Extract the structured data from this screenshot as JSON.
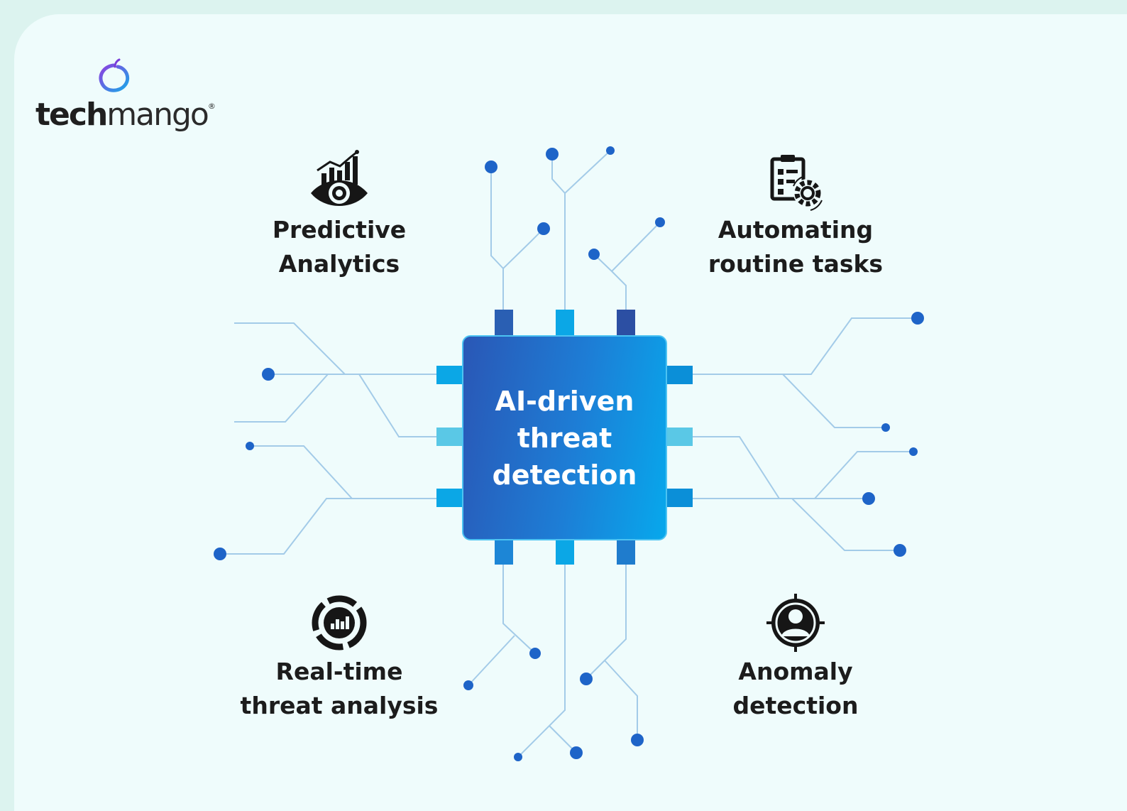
{
  "logo": {
    "brand_strong": "tech",
    "brand_light": "mango",
    "registered": "®",
    "icon": "mango-outline-icon"
  },
  "center": {
    "label": "AI-driven\nthreat\ndetection"
  },
  "features": [
    {
      "id": "predictive",
      "label": "Predictive\nAnalytics",
      "icon": "eye-analytics-chart-icon"
    },
    {
      "id": "automating",
      "label": "Automating\nroutine tasks",
      "icon": "clipboard-gear-icon"
    },
    {
      "id": "realtime",
      "label": "Real-time\nthreat analysis",
      "icon": "chart-cycle-icon"
    },
    {
      "id": "anomaly",
      "label": "Anomaly\ndetection",
      "icon": "user-target-icon"
    }
  ],
  "colors": {
    "background": "#dcf3ef",
    "card": "#effcfc",
    "chip_start": "#2a57b6",
    "chip_end": "#07a8ec",
    "trace": "#9cc7e6",
    "node": "#1e64c8",
    "text": "#1c1c1c"
  }
}
